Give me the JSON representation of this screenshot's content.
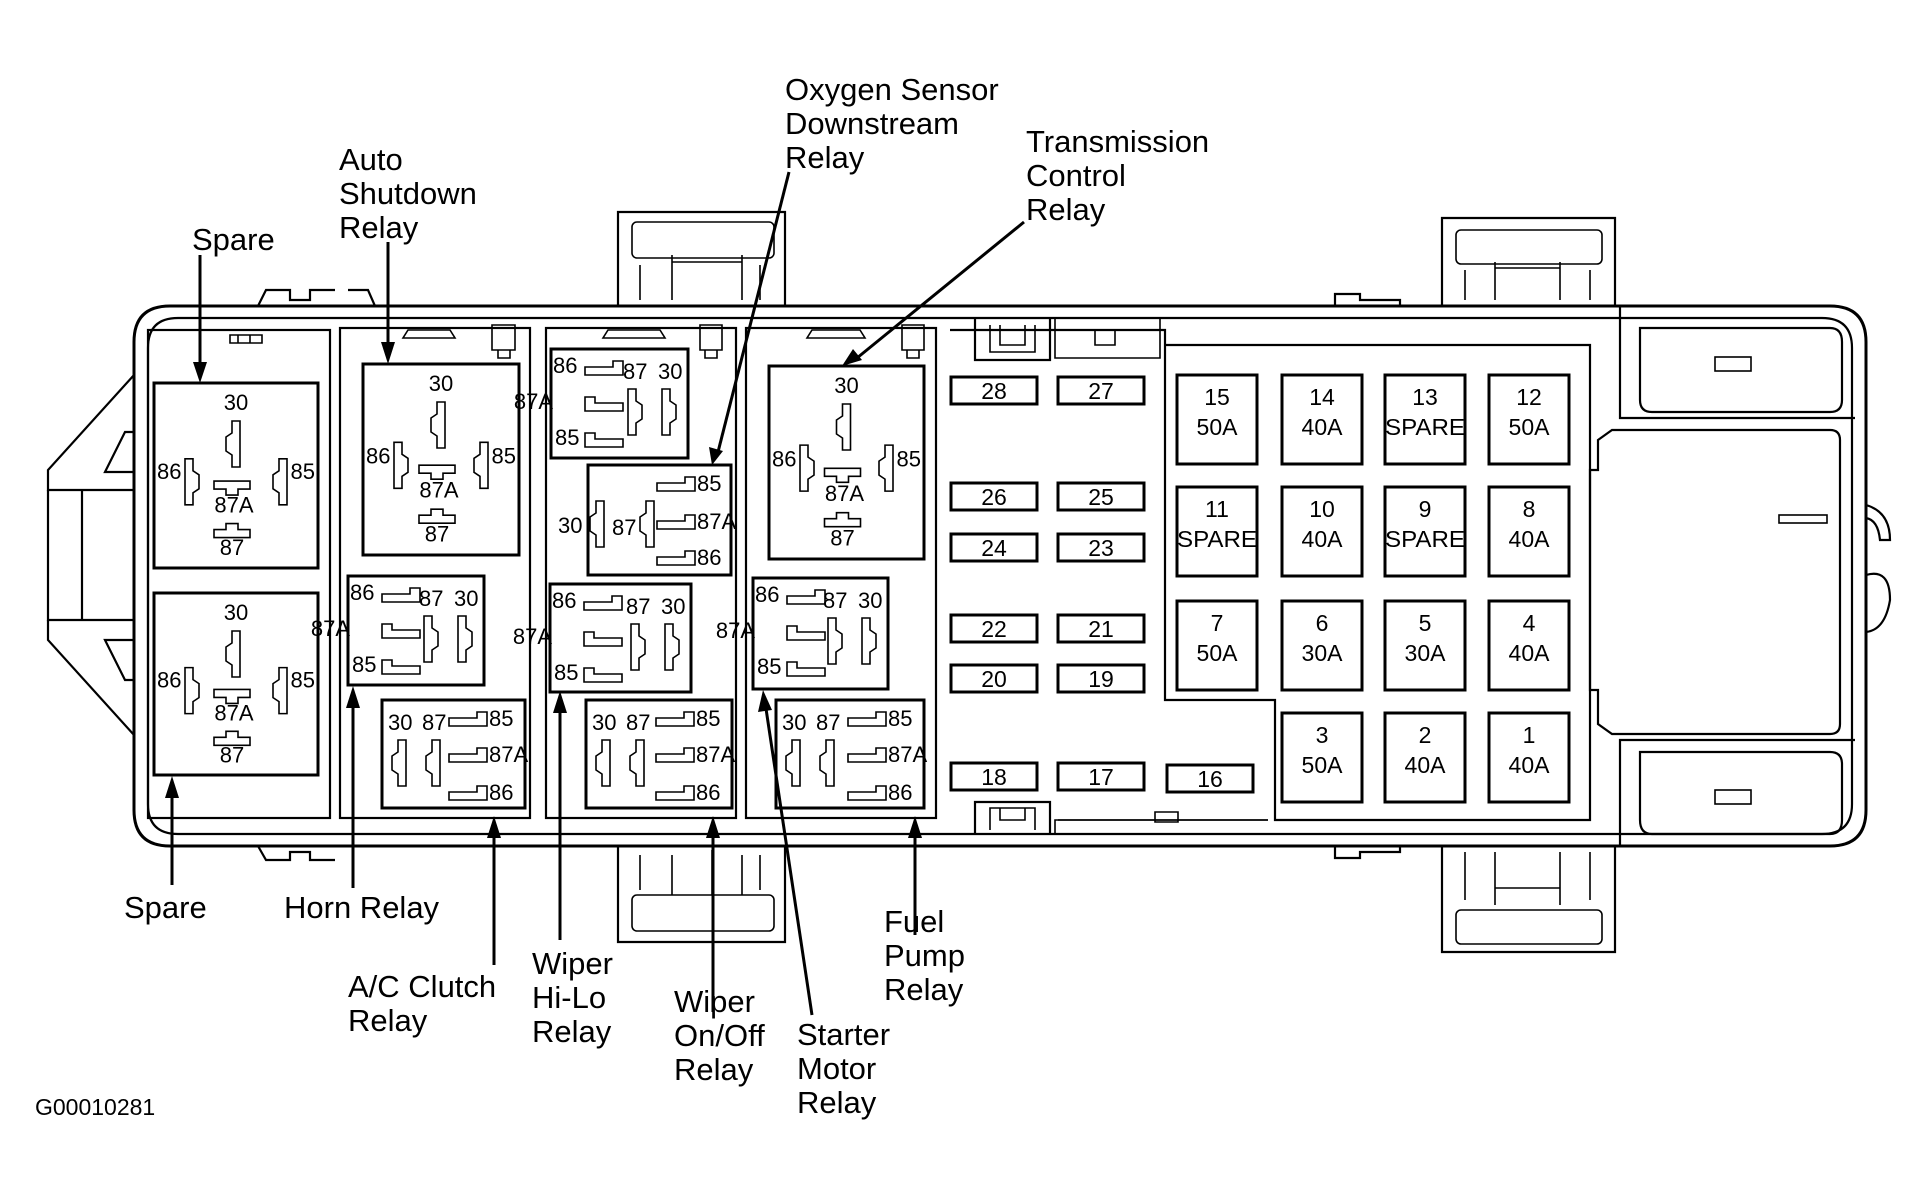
{
  "figure_code": "G00010281",
  "callouts": {
    "spare_top": [
      "Spare"
    ],
    "auto_shutdown": [
      "Auto",
      "Shutdown",
      "Relay"
    ],
    "oxygen_sensor": [
      "Oxygen Sensor",
      "Downstream",
      "Relay"
    ],
    "transmission": [
      "Transmission",
      "Control",
      "Relay"
    ],
    "spare_bottom": [
      "Spare"
    ],
    "horn": [
      "Horn Relay"
    ],
    "ac_clutch": [
      "A/C Clutch",
      "Relay"
    ],
    "wiper_hilo": [
      "Wiper",
      "Hi-Lo",
      "Relay"
    ],
    "wiper_onoff": [
      "Wiper",
      "On/Off",
      "Relay"
    ],
    "starter": [
      "Starter",
      "Motor",
      "Relay"
    ],
    "fuel_pump": [
      "Fuel",
      "Pump",
      "Relay"
    ]
  },
  "relay_pins": {
    "p30": "30",
    "p85": "85",
    "p86": "86",
    "p87": "87",
    "p87a": "87A"
  },
  "mini_fuses": [
    {
      "id": "28"
    },
    {
      "id": "27"
    },
    {
      "id": "26"
    },
    {
      "id": "25"
    },
    {
      "id": "24"
    },
    {
      "id": "23"
    },
    {
      "id": "22"
    },
    {
      "id": "21"
    },
    {
      "id": "20"
    },
    {
      "id": "19"
    },
    {
      "id": "18"
    },
    {
      "id": "17"
    },
    {
      "id": "16"
    }
  ],
  "maxi_fuses": [
    {
      "id": "15",
      "rating": "50A"
    },
    {
      "id": "14",
      "rating": "40A"
    },
    {
      "id": "13",
      "rating": "SPARE"
    },
    {
      "id": "12",
      "rating": "50A"
    },
    {
      "id": "11",
      "rating": "SPARE"
    },
    {
      "id": "10",
      "rating": "40A"
    },
    {
      "id": "9",
      "rating": "SPARE"
    },
    {
      "id": "8",
      "rating": "40A"
    },
    {
      "id": "7",
      "rating": "50A"
    },
    {
      "id": "6",
      "rating": "30A"
    },
    {
      "id": "5",
      "rating": "30A"
    },
    {
      "id": "4",
      "rating": "40A"
    },
    {
      "id": "3",
      "rating": "50A"
    },
    {
      "id": "2",
      "rating": "40A"
    },
    {
      "id": "1",
      "rating": "40A"
    }
  ]
}
